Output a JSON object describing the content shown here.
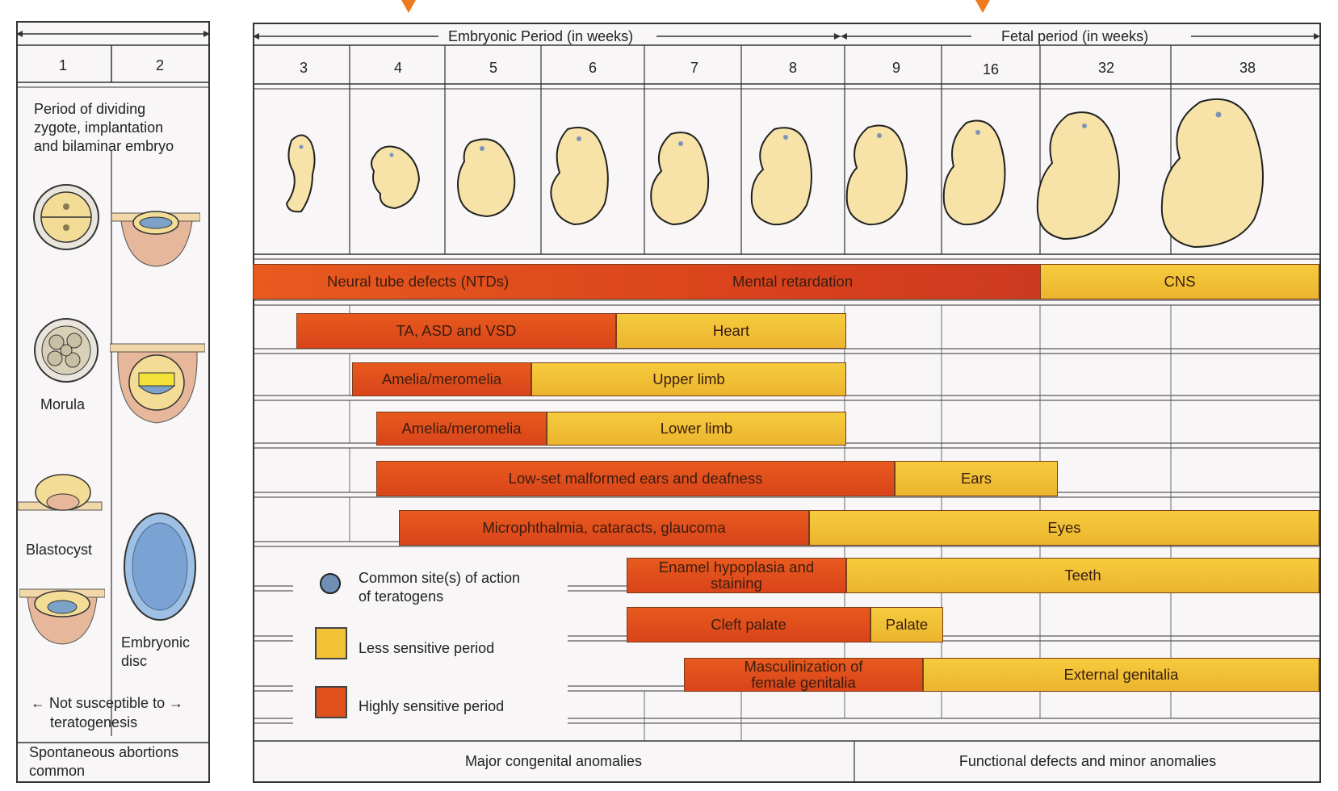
{
  "header": {
    "embryonic_label": "Embryonic Period (in weeks)",
    "fetal_label": "Fetal period (in weeks)",
    "weeks_left": [
      "1",
      "2"
    ],
    "weeks_main": [
      "3",
      "4",
      "5",
      "6",
      "7",
      "8",
      "9",
      "16",
      "32",
      "38"
    ]
  },
  "left": {
    "period_text": [
      "Period of dividing",
      "zygote, implantation",
      "and bilaminar embryo"
    ],
    "morula": "Morula",
    "blastocyst": "Blastocyst",
    "embryonic_disc": [
      "Embryonic",
      "disc"
    ],
    "not_susceptible": [
      "← Not susceptible to →",
      "teratogenesis"
    ],
    "spontaneous": [
      "Spontaneous abortions",
      "common"
    ]
  },
  "bands": {
    "ntd": "Neural tube defects (NTDs)",
    "mental": "Mental retardation",
    "cns": "CNS",
    "heart_high": "TA, ASD and VSD",
    "heart_less": "Heart",
    "upper_high": "Amelia/meromelia",
    "upper_less": "Upper limb",
    "lower_high": "Amelia/meromelia",
    "lower_less": "Lower limb",
    "ears_high": "Low-set malformed ears and deafness",
    "ears_less": "Ears",
    "eyes_high": "Microphthalmia, cataracts, glaucoma",
    "eyes_less": "Eyes",
    "teeth_high": [
      "Enamel hypoplasia and",
      "staining"
    ],
    "teeth_less": "Teeth",
    "palate_high": "Cleft palate",
    "palate_less": "Palate",
    "genitalia_high": [
      "Masculinization of",
      "female genitalia"
    ],
    "genitalia_less": "External genitalia"
  },
  "legend": {
    "site": [
      "Common site(s) of action",
      "of teratogens"
    ],
    "less": "Less sensitive period",
    "high": "Highly sensitive period"
  },
  "footer": {
    "major": "Major congenital anomalies",
    "functional": "Functional defects and minor anomalies"
  },
  "colors": {
    "highly_sensitive": "#e0501c",
    "less_sensitive": "#f1c136",
    "marker": "#f07a1e",
    "site_dot": "#6f8fb5",
    "embryo_skin": "#f7e3a8"
  }
}
